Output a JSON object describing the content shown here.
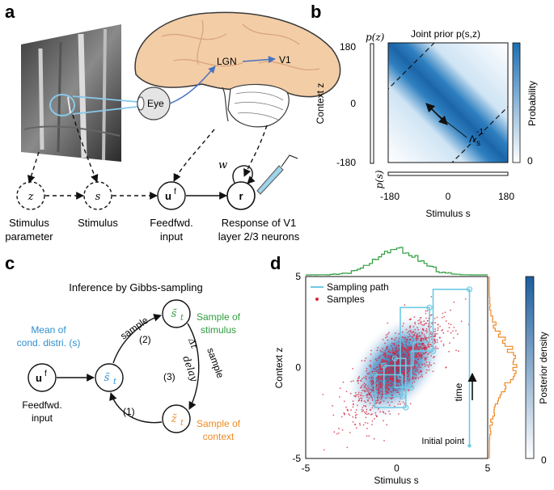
{
  "panels": {
    "a": {
      "letter": "a",
      "labels": {
        "eye": "Eye",
        "lgn": "LGN",
        "v1": "V1",
        "w": "w"
      },
      "nodes": [
        {
          "symbol": "z",
          "caption1": "Stimulus",
          "caption2": "parameter"
        },
        {
          "symbol": "s",
          "caption1": "Stimulus",
          "caption2": ""
        },
        {
          "symbol": "u",
          "sup": "f",
          "caption1": "Feedfwd.",
          "caption2": "input"
        },
        {
          "symbol": "r",
          "caption1": "Response of V1",
          "caption2": "layer 2/3 neurons"
        }
      ]
    },
    "b": {
      "letter": "b",
      "title": "Joint prior p(s,z)",
      "pz": "p(z)",
      "ps": "p(s)",
      "ylabel": "Context z",
      "xlabel": "Stimulus s",
      "yticks": [
        "180",
        "0",
        "-180"
      ],
      "xticks": [
        "-180",
        "0",
        "180"
      ],
      "colorbar_label": "Probability",
      "cb_zero": "0",
      "lambda": "Λ",
      "lambda_sub": "s",
      "lambda_sup": "-1"
    },
    "c": {
      "letter": "c",
      "title": "Inference by Gibbs-sampling",
      "mean_label1": "Mean of",
      "mean_label2": "cond. distri. (s)",
      "sample_stim1": "Sample of",
      "sample_stim2": "stimulus",
      "sample_ctx1": "Sample of",
      "sample_ctx2": "context",
      "uf": "u",
      "uf_sup": "f",
      "feedfwd1": "Feedfwd.",
      "feedfwd2": "input",
      "step1": "(1)",
      "step2": "(2)",
      "step3": "(3)",
      "sample": "sample",
      "sample2": "sample",
      "delay": "delay",
      "delay_symbol": "Δt",
      "node_mean": "s̃",
      "node_stim": "s̃",
      "node_ctx": "z̃",
      "sub_t": "t"
    },
    "d": {
      "letter": "d",
      "legend": [
        "Sampling path",
        "Samples"
      ],
      "ylabel": "Context z",
      "xlabel": "Stimulus s",
      "colorbar_label": "Posterior density",
      "cb_zero": "0",
      "time_label": "time",
      "initial_point": "Initial point"
    }
  },
  "chart_data": {
    "type": "scatter",
    "xlabel": "Stimulus s",
    "ylabel": "Context z",
    "xlim": [
      -5,
      5
    ],
    "ylim": [
      -5,
      5
    ],
    "xticks": [
      -5,
      0,
      5
    ],
    "yticks": [
      -5,
      0,
      5
    ],
    "legend_position": "top-left",
    "series": [
      {
        "name": "Sampling path",
        "color": "#6ec9e6",
        "x": [
          4,
          4,
          2,
          2,
          0.8,
          0.8,
          -0.1,
          -0.1,
          0.5,
          0.5,
          -1.2,
          -1.2,
          0.3,
          0.3,
          -0.7,
          -0.7,
          0.9,
          0.9,
          1.8,
          1.8,
          0.2,
          0.2
        ],
        "y": [
          -4.3,
          4.3,
          4.3,
          0.9,
          0.9,
          -1.1,
          -1.1,
          0.5,
          0.5,
          -2.2,
          -2.2,
          -0.4,
          -0.4,
          -1.6,
          -1.6,
          0.1,
          0.1,
          1.4,
          1.4,
          3.3,
          3.3,
          -0.5
        ]
      },
      {
        "name": "Samples",
        "color": "#d7263d",
        "marker": "dot",
        "n": 3000,
        "center": [
          0,
          0
        ],
        "std": [
          1.2,
          1.3
        ],
        "correlation": 0.75
      }
    ],
    "marginals": {
      "top_color": "#2e9d3f",
      "right_color": "#f08a24"
    },
    "colors": {
      "posterior_dark": "#1b5d9c",
      "posterior_light": "#ffffff"
    }
  },
  "colors": {
    "blue": "#2f8fcf",
    "green": "#2e9d3f",
    "orange": "#f08a24",
    "cyan": "#6ec9e6",
    "dark": "#111111"
  }
}
